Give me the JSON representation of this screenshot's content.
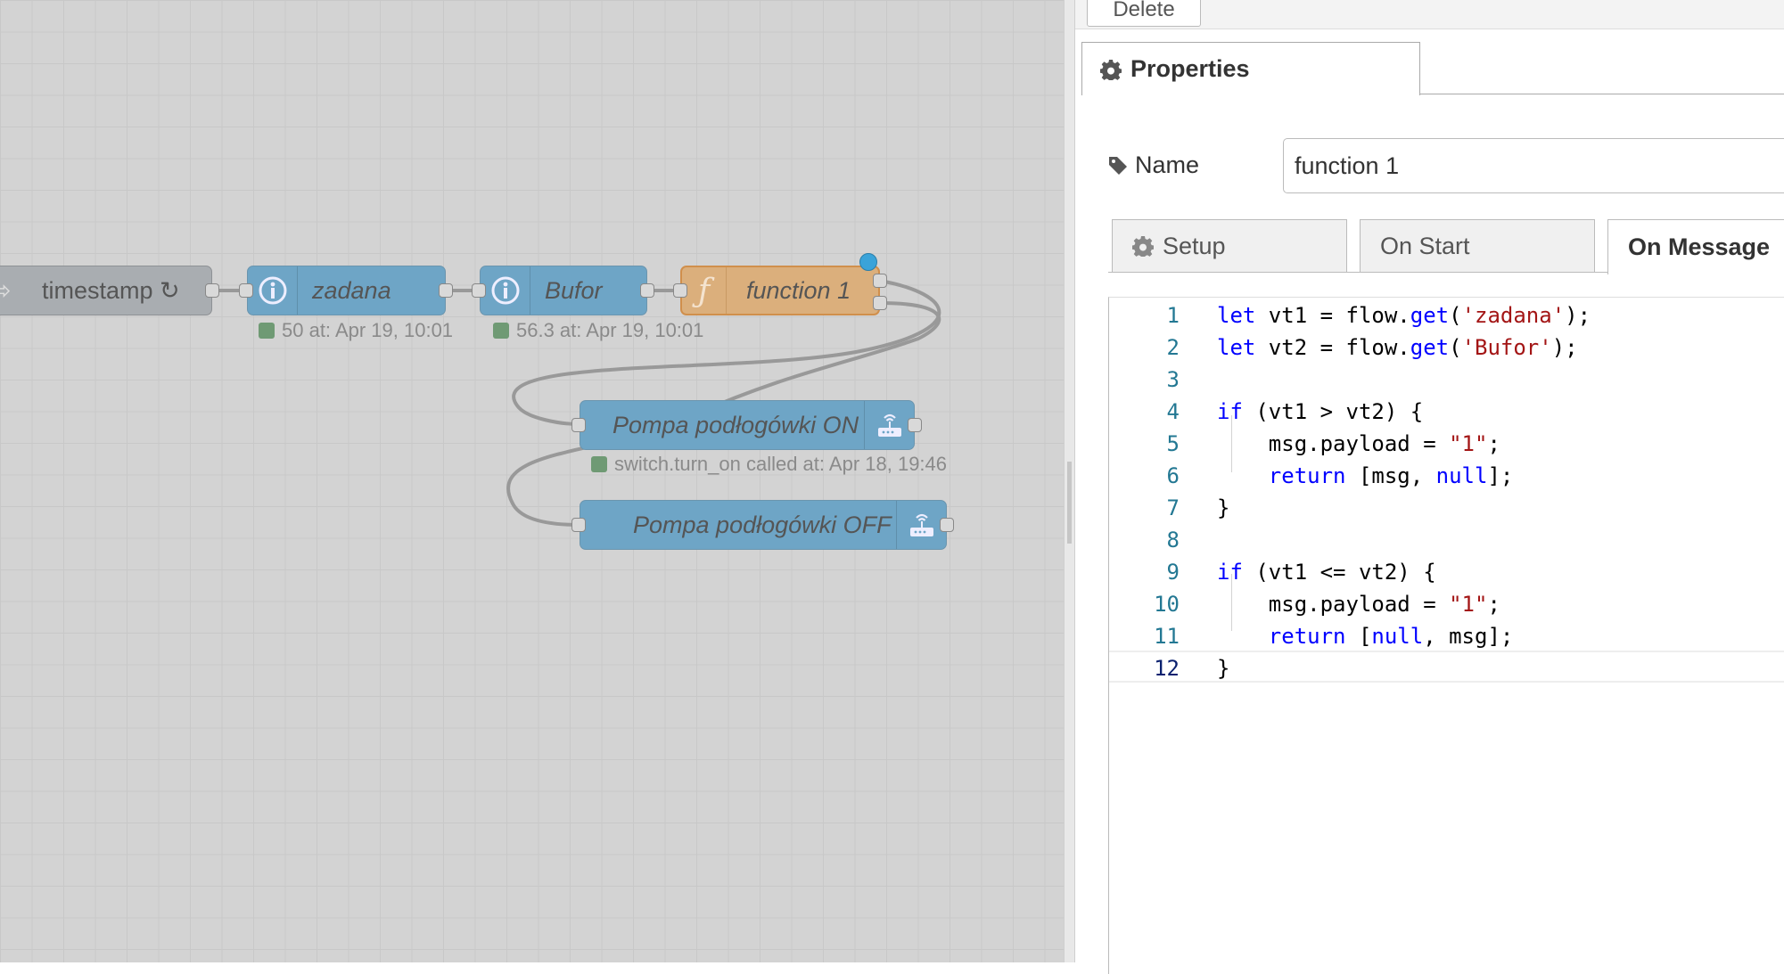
{
  "workspace": {
    "nodes": {
      "timestamp": {
        "label": "timestamp ↻"
      },
      "zadana": {
        "label": "zadana",
        "status": "50 at: Apr 19, 10:01"
      },
      "bufor": {
        "label": "Bufor",
        "status": "56.3 at: Apr 19, 10:01"
      },
      "function1": {
        "label": "function 1"
      },
      "pompa_on": {
        "label": "Pompa podłogówki ON",
        "status": "switch.turn_on called at: Apr 18, 19:46"
      },
      "pompa_off": {
        "label": "Pompa podłogówki OFF"
      }
    }
  },
  "tray": {
    "delete_label": "Delete",
    "properties_tab": "Properties",
    "name_label": "Name",
    "name_value": "function 1",
    "subtabs": {
      "setup": "Setup",
      "on_start": "On Start",
      "on_message": "On Message"
    }
  },
  "editor": {
    "line_numbers": [
      "1",
      "2",
      "3",
      "4",
      "5",
      "6",
      "7",
      "8",
      "9",
      "10",
      "11",
      "12"
    ],
    "active_line": 12
  },
  "colors": {
    "node_blue": "#6ea5c6",
    "node_orange": "#dbaf7c",
    "node_grey": "#a9adb1",
    "keyword": "#0000ff",
    "string": "#a31515",
    "line_number": "#237893"
  }
}
